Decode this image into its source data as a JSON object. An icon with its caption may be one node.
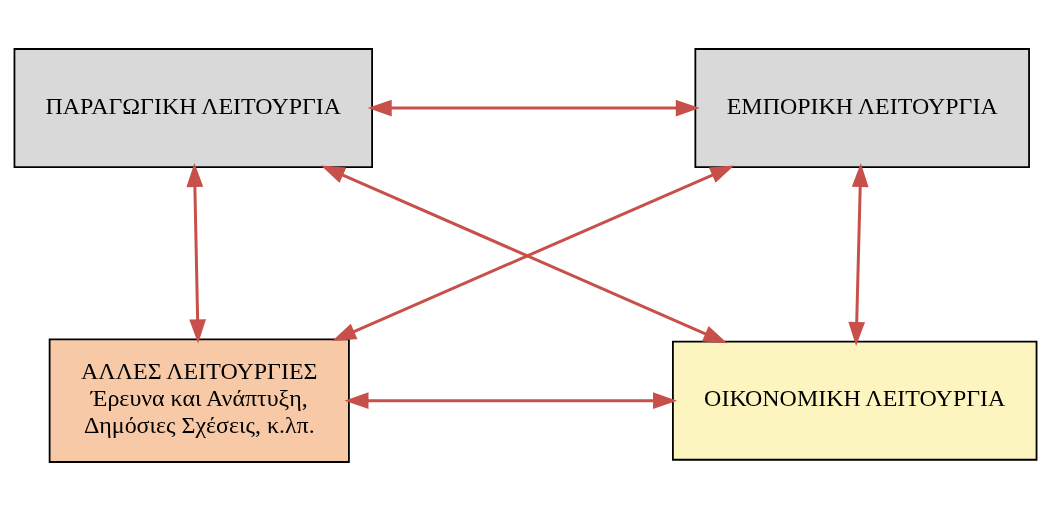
{
  "diagram": {
    "nodes": [
      {
        "text": [
          "ΠΑΡΑΓΩΓΙΚΗ ΛΕΙΤΟΥΡΓΙΑ"
        ]
      },
      {
        "text": [
          "ΕΜΠΟΡΙΚΗ ΛΕΙΤΟΥΡΓΙΑ"
        ]
      },
      {
        "text": [
          "ΑΛΛΕΣ ΛΕΙΤΟΥΡΓΙΕΣ",
          "Έρευνα και Ανάπτυξη, Δημόσιες Σχέσεις, κ.λπ."
        ]
      },
      {
        "text": [
          "ΟΙΚΟΝΟΜΙΚΗ ΛΕΙΤΟΥΡΓΙΑ"
        ]
      }
    ],
    "edges": [
      {
        "from": 0,
        "to": 1,
        "arrow": "both"
      },
      {
        "from": 0,
        "to": 3,
        "arrow": "both"
      },
      {
        "from": 1,
        "to": 2,
        "arrow": "both"
      },
      {
        "from": 0,
        "to": 2,
        "arrow": "both"
      },
      {
        "from": 1,
        "to": 3,
        "arrow": "both"
      },
      {
        "from": 2,
        "to": 3,
        "arrow": "both"
      }
    ]
  }
}
